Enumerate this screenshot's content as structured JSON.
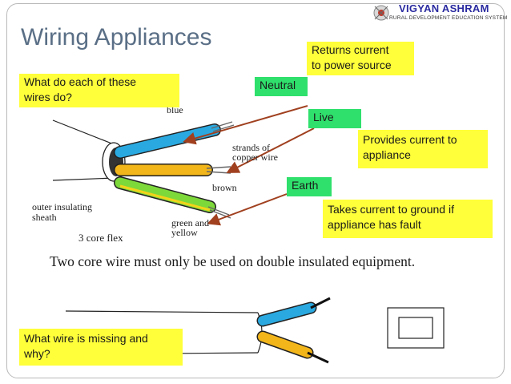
{
  "title": "Wiring Appliances",
  "logo": {
    "name": "VIGYAN ASHRAM",
    "subtitle": "RURAL DEVELOPMENT EDUCATION SYSTEM"
  },
  "callouts": {
    "question_wires": "What do each of these wires do?",
    "question_wires_line1": "What do each of these",
    "question_wires_line2": "wires do?",
    "neutral": "Neutral",
    "neutral_desc_line1": "Returns current",
    "neutral_desc_line2": "to power source",
    "live": "Live",
    "live_desc_line1": "Provides current to",
    "live_desc_line2": "appliance",
    "earth": "Earth",
    "earth_desc_line1": "Takes current to ground if",
    "earth_desc_line2": "appliance has fault",
    "question_missing_line1": "What wire is missing and",
    "question_missing_line2": "why?"
  },
  "diagram_labels": {
    "blue": "blue",
    "strands_line1": "strands of",
    "strands_line2": "copper wire",
    "brown": "brown",
    "green_line1": "green and",
    "green_line2": "yellow",
    "sheath_line1": "outer insulating",
    "sheath_line2": "sheath",
    "flex": "3 core flex"
  },
  "notice": "Two core wire must only be used on double insulated equipment.",
  "colors": {
    "title": "#5a6f86",
    "callout_yellow": "#ffff3a",
    "callout_green": "#2fe06c",
    "arrow": "#a0401f",
    "wire_blue": "#2aa9e0",
    "wire_brown": "#f2b51a",
    "wire_earth": "#7dd83a"
  }
}
